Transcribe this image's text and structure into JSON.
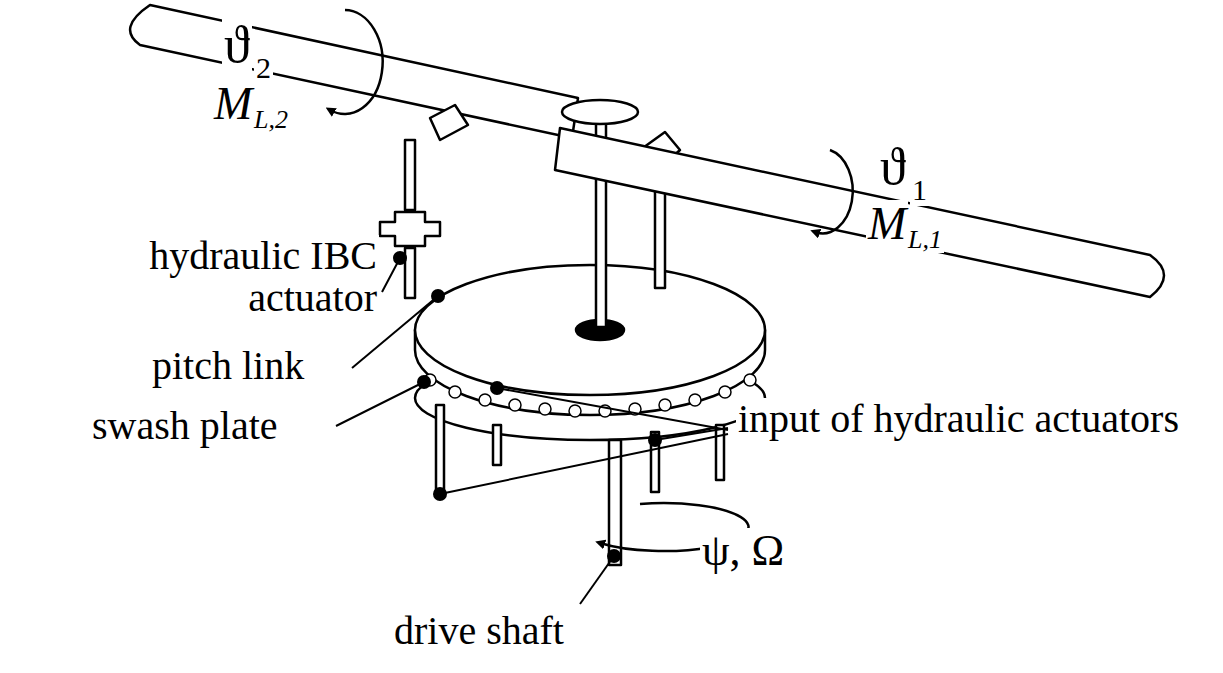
{
  "diagram": {
    "labels": [
      "ϑ",
      "2",
      "M",
      "L,2",
      "ϑ",
      "1",
      "M",
      "L,1",
      "hydraulic IBC actuator",
      "pitch link",
      "swash plate",
      "input of hydraulic actuators",
      "ψ, Ω",
      "drive shaft"
    ]
  }
}
